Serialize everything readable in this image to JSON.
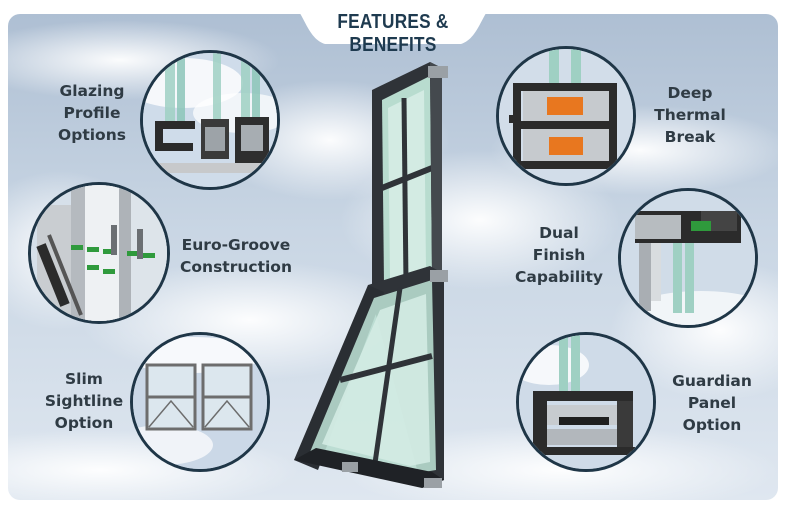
{
  "title": "FEATURES & BENEFITS",
  "features": [
    {
      "id": "glazing",
      "lines": [
        "Glazing",
        "Profile",
        "Options"
      ]
    },
    {
      "id": "euro",
      "lines": [
        "Euro-Groove",
        "Construction"
      ]
    },
    {
      "id": "slim",
      "lines": [
        "Slim",
        "Sightline",
        "Option"
      ]
    },
    {
      "id": "thermal",
      "lines": [
        "Deep",
        "Thermal",
        "Break"
      ]
    },
    {
      "id": "finish",
      "lines": [
        "Dual",
        "Finish",
        "Capability"
      ]
    },
    {
      "id": "guardian",
      "lines": [
        "Guardian",
        "Panel",
        "Option"
      ]
    }
  ],
  "colors": {
    "frame": "#1f3647",
    "title": "#1e3a4f",
    "label": "#2f3b44",
    "thermal_break": "#e8771f",
    "euro_groove": "#2f9a3c",
    "glass": "#9fd0c3"
  }
}
